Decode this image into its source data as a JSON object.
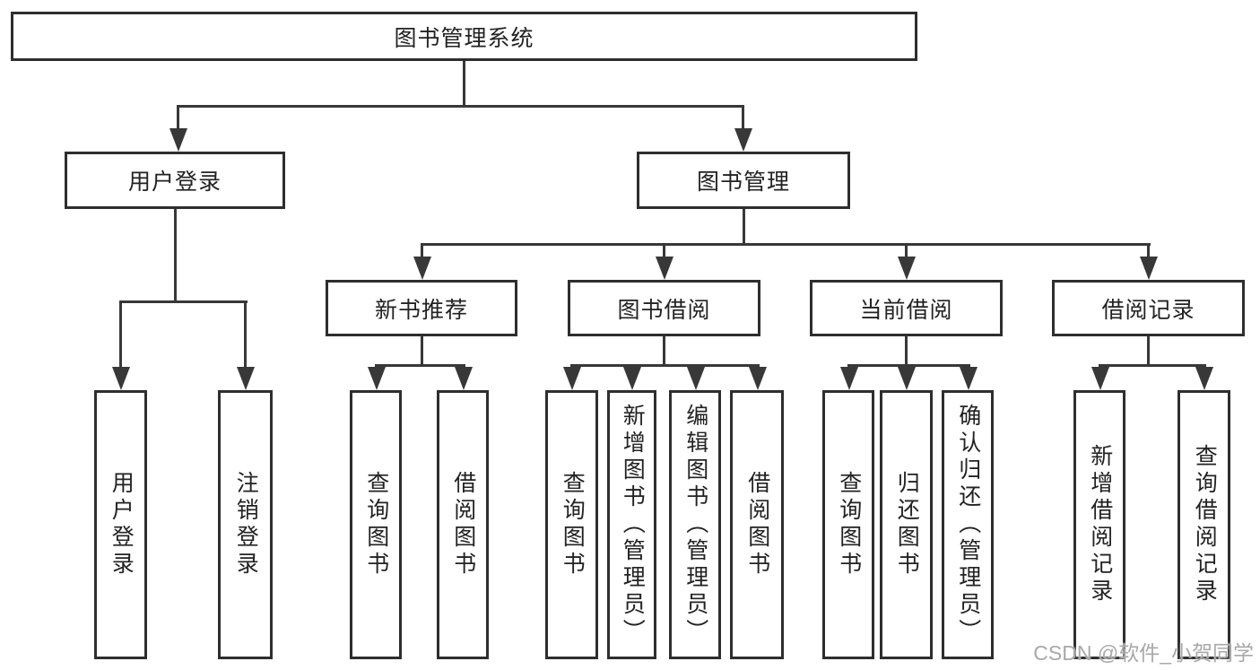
{
  "diagram": {
    "root": {
      "label": "图书管理系统"
    },
    "branches": [
      {
        "label": "用户登录",
        "leaves": [
          {
            "label": "用户登录"
          },
          {
            "label": "注销登录"
          }
        ]
      },
      {
        "label": "图书管理",
        "groups": [
          {
            "label": "新书推荐",
            "leaves": [
              {
                "label": "查询图书"
              },
              {
                "label": "借阅图书"
              }
            ]
          },
          {
            "label": "图书借阅",
            "leaves": [
              {
                "label": "查询图书"
              },
              {
                "label": "新增图书（管理员）"
              },
              {
                "label": "编辑图书（管理员）"
              },
              {
                "label": "借阅图书"
              }
            ]
          },
          {
            "label": "当前借阅",
            "leaves": [
              {
                "label": "查询图书"
              },
              {
                "label": "归还图书"
              },
              {
                "label": "确认归还（管理员）"
              }
            ]
          },
          {
            "label": "借阅记录",
            "leaves": [
              {
                "label": "新增借阅记录"
              },
              {
                "label": "查询借阅记录"
              }
            ]
          }
        ]
      }
    ]
  },
  "watermark": {
    "text": "CSDN @软件_小贺同学"
  },
  "colors": {
    "line": "#383838",
    "box_border": "#2e2e2e",
    "text": "#222222",
    "watermark": "#a8a8a8",
    "background": "#ffffff"
  }
}
